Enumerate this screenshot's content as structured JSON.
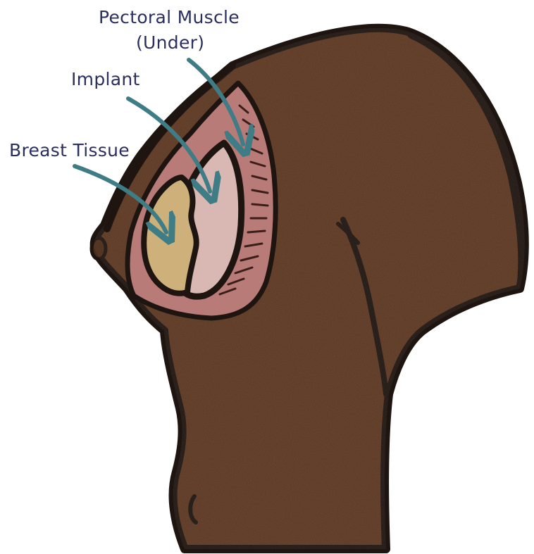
{
  "labels": {
    "pectoral_muscle_line1": "Pectoral Muscle",
    "pectoral_muscle_line2": "(Under)",
    "implant": "Implant",
    "breast_tissue": "Breast Tissue"
  },
  "colors": {
    "skin": "#5a3620",
    "outline": "#1e1410",
    "muscle": "#b97b78",
    "implant": "#d9b7b2",
    "tissue": "#cdb07a",
    "arrow": "#3f7d86",
    "label_text": "#2a2f5e"
  }
}
